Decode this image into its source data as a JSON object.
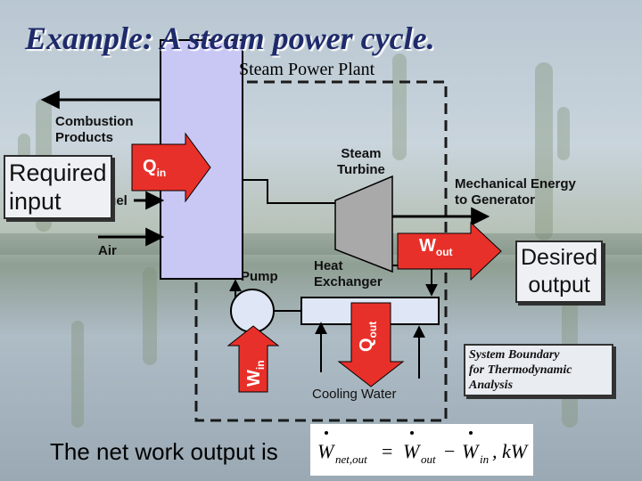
{
  "title": "Example:  A steam power cycle.",
  "plant_label": "Steam Power Plant",
  "labels": {
    "combustion_products": [
      "Combustion",
      "Products"
    ],
    "required_input": [
      "Required",
      "input"
    ],
    "fuel": "Fuel",
    "air": "Air",
    "steam_turbine": [
      "Steam",
      "Turbine"
    ],
    "mechanical_energy": [
      "Mechanical Energy",
      "to Generator"
    ],
    "pump": "Pump",
    "heat_exchanger": [
      "Heat",
      "Exchanger"
    ],
    "cooling_water": "Cooling Water",
    "desired_output": [
      "Desired",
      "output"
    ],
    "system_boundary": [
      "System Boundary",
      "for Thermodynamic",
      "Analysis"
    ]
  },
  "energy_symbols": {
    "q_in": {
      "main": "Q",
      "sub": "in"
    },
    "w_out": {
      "main": "W",
      "sub": "out"
    },
    "q_out": {
      "main": "Q",
      "sub": "out"
    },
    "w_in": {
      "main": "W",
      "sub": "in"
    }
  },
  "net_work_text": "The net work output is",
  "formula": {
    "lhs": "W",
    "lhs_sub": "net,out",
    "eq": "=",
    "term1": "W",
    "term1_sub": "out",
    "minus": "−",
    "term2": "W",
    "term2_sub": "in",
    "units": ", kW"
  },
  "colors": {
    "boiler_fill": "#c9c7f4",
    "component_fill": "#dfe7f6",
    "turbine_fill": "#a9a9a9",
    "arrow_red": "#e8302a",
    "title_blue": "#1f2a6b"
  }
}
